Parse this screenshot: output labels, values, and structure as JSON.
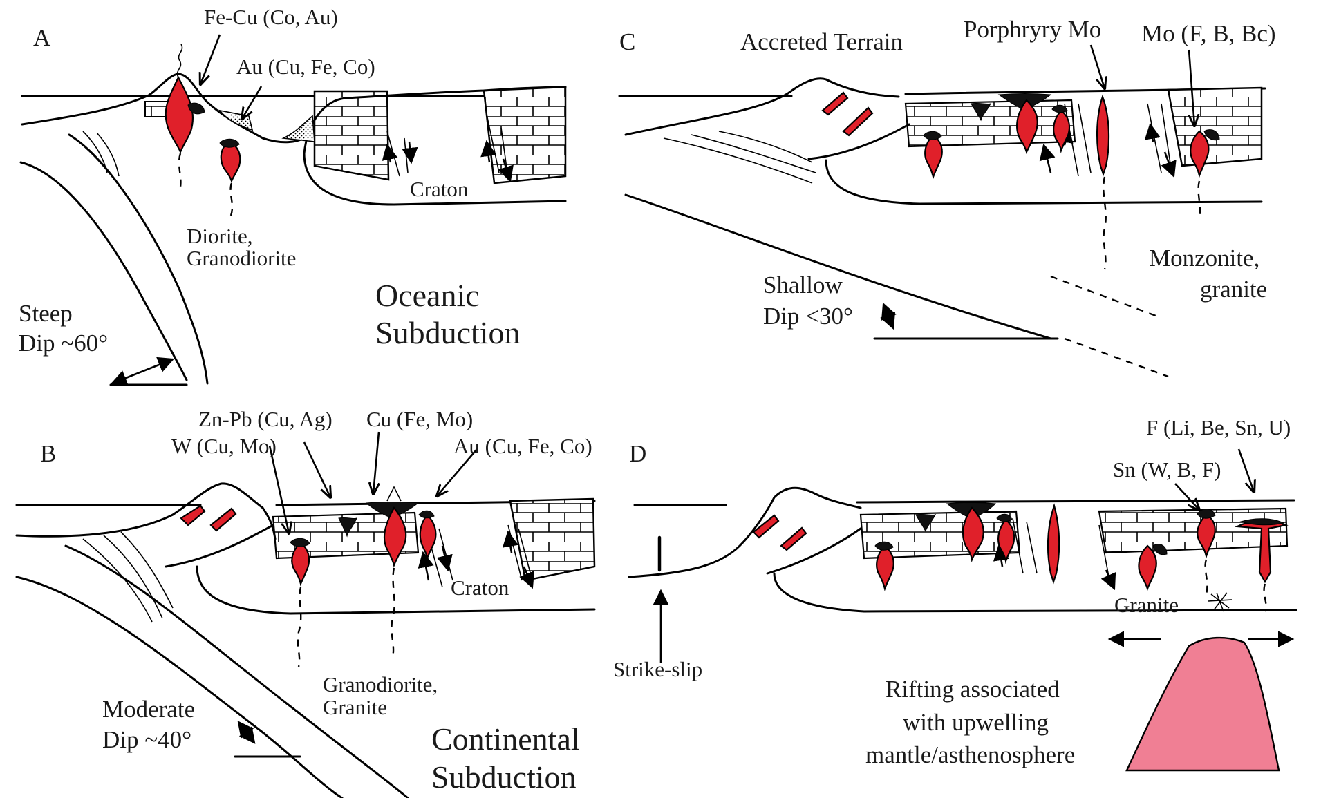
{
  "panels": {
    "a": {
      "letter": "A",
      "labels": {
        "fe_cu": "Fe-Cu (Co, Au)",
        "au": "Au (Cu, Fe, Co)",
        "craton": "Craton",
        "rock_1": "Diorite,",
        "rock_2": "Granodiorite",
        "dip_1": "Steep",
        "dip_2": "Dip ~60°",
        "title_1": "Oceanic",
        "title_2": "Subduction"
      }
    },
    "b": {
      "letter": "B",
      "labels": {
        "zn_pb": "Zn-Pb (Cu, Ag)",
        "w": "W (Cu, Mo)",
        "cu": "Cu (Fe, Mo)",
        "au": "Au (Cu, Fe, Co)",
        "craton": "Craton",
        "rock_1": "Granodiorite,",
        "rock_2": "Granite",
        "dip_1": "Moderate",
        "dip_2": "Dip ~40°",
        "title_1": "Continental",
        "title_2": "Subduction"
      }
    },
    "c": {
      "letter": "C",
      "labels": {
        "accreted": "Accreted Terrain",
        "porphyry": "Porphryry Mo",
        "mo": "Mo (F, B, Bc)",
        "rock_1": "Monzonite,",
        "rock_2": "granite",
        "dip_1": "Shallow",
        "dip_2": "Dip <30°"
      }
    },
    "d": {
      "letter": "D",
      "labels": {
        "f": "F (Li, Be, Sn, U)",
        "sn": "Sn (W, B, F)",
        "granite": "Granite",
        "strike_slip": "Strike-slip",
        "rift_1": "Rifting associated",
        "rift_2": "with upwelling",
        "rift_3": "mantle/asthenosphere"
      }
    }
  },
  "colors": {
    "intrusion": "#e0202a",
    "ore_body": "#111111",
    "asthenosphere": "#f07f94",
    "line": "#000000"
  }
}
